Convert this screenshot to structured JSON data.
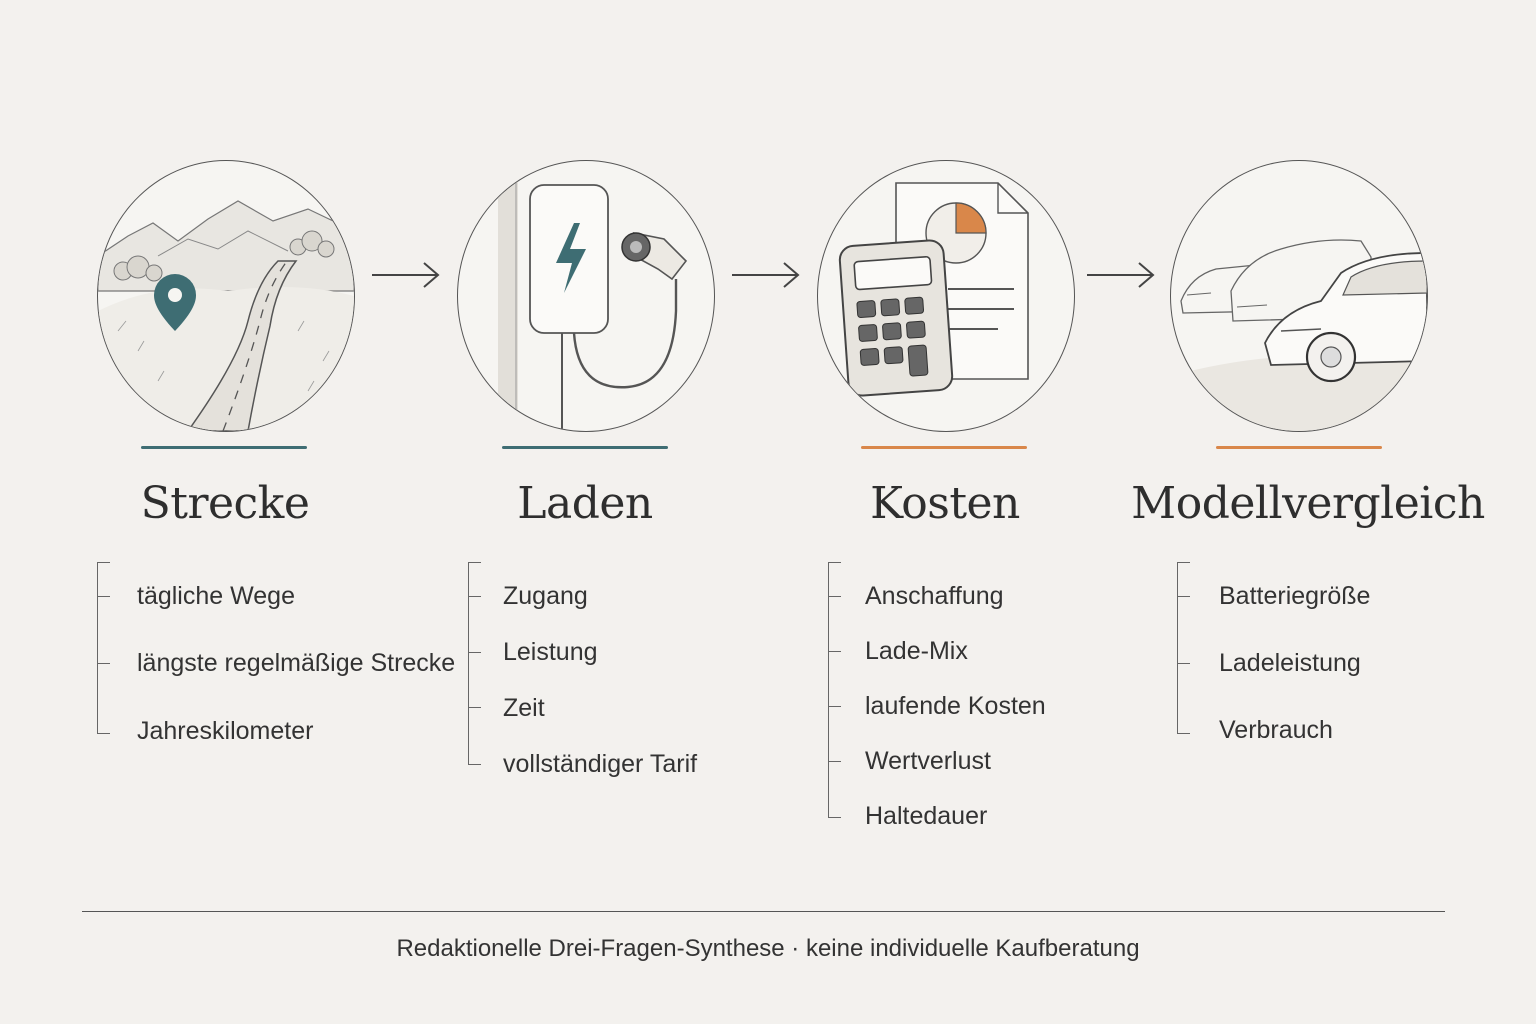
{
  "colors": {
    "teal": "#3e6d73",
    "orange": "#d9874a",
    "background": "#f3f1ee",
    "ink": "#2f2f2f"
  },
  "steps": [
    {
      "title": "Strecke",
      "icon": "road-map-pin-icon",
      "accent": "#3e6d73",
      "items": [
        "tägliche Wege",
        "längste regelmäßige Strecke",
        "Jahreskilometer"
      ]
    },
    {
      "title": "Laden",
      "icon": "wallbox-charger-icon",
      "accent": "#3e6d73",
      "items": [
        "Zugang",
        "Leistung",
        "Zeit",
        "vollständiger Tarif"
      ]
    },
    {
      "title": "Kosten",
      "icon": "calculator-document-icon",
      "accent": "#d9874a",
      "items": [
        "Anschaffung",
        "Lade-Mix",
        "laufende Kosten",
        "Wertverlust",
        "Haltedauer"
      ]
    },
    {
      "title": "Modellvergleich",
      "icon": "cars-comparison-icon",
      "accent": "#d9874a",
      "items": [
        "Batteriegröße",
        "Ladeleistung",
        "Verbrauch"
      ]
    }
  ],
  "footer": {
    "note": "Redaktionelle Drei-Fragen-Synthese · keine individuelle Kaufberatung"
  }
}
